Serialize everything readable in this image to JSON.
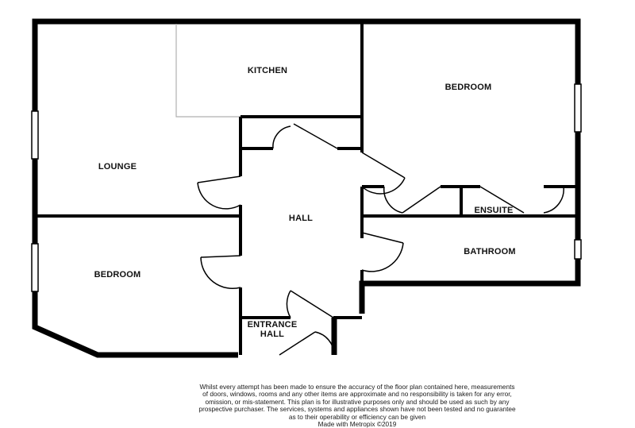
{
  "rooms": {
    "kitchen": "KITCHEN",
    "bedroom_main": "BEDROOM",
    "lounge": "LOUNGE",
    "hall": "HALL",
    "ensuite": "ENSUITE",
    "bathroom": "BATHROOM",
    "bedroom_second": "BEDROOM",
    "entrance_hall_line1": "ENTRANCE",
    "entrance_hall_line2": "HALL"
  },
  "disclaimer": {
    "line1": "Whilst every attempt has been made to ensure the accuracy of the floor plan contained here, measurements",
    "line2": "of doors, windows, rooms and any other items are approximate and no responsibility is taken for any error,",
    "line3": "omission, or mis-statement. This plan is for illustrative purposes only and should be used as such by any",
    "line4": "prospective purchaser. The services, systems and appliances shown have not been tested and no guarantee",
    "line5": "as to their operability or efficiency can be given",
    "line6": "Made with Metropix ©2019"
  },
  "colors": {
    "wall": "#000000",
    "thin_partition": "#b0b0b0",
    "window_fill": "#ffffff",
    "background": "#ffffff"
  }
}
